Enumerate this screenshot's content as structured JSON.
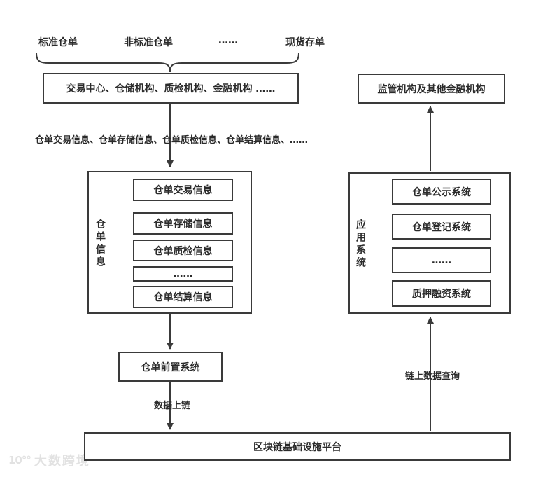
{
  "colors": {
    "line": "#3a3a3a",
    "text": "#2a2a2a",
    "background": "#ffffff",
    "watermark": "#e2e2e2"
  },
  "top_receipts": {
    "standard": "标准仓单",
    "nonstandard": "非标准仓单",
    "ellipsis": "……",
    "spot": "现货存单"
  },
  "institutions_box": "交易中心、仓储机构、质检机构、金融机构 ……",
  "flow_label": "仓单交易信息、仓单存储信息、仓单质检信息、仓单结算信息、……",
  "receipt_info": {
    "group_label": "仓单信息",
    "items": [
      "仓单交易信息",
      "仓单存储信息",
      "仓单质检信息",
      "……",
      "仓单结算信息"
    ]
  },
  "front_system": "仓单前置系统",
  "data_onchain_label": "数据上链",
  "platform_box": "区块链基础设施平台",
  "regulator_box": "监管机构及其他金融机构",
  "applications": {
    "group_label": "应用系统",
    "items": [
      "仓单公示系统",
      "仓单登记系统",
      "……",
      "质押融资系统"
    ]
  },
  "onchain_query_label": "链上数据查询",
  "watermark": {
    "logo": "10°°",
    "text": "大数跨境"
  }
}
